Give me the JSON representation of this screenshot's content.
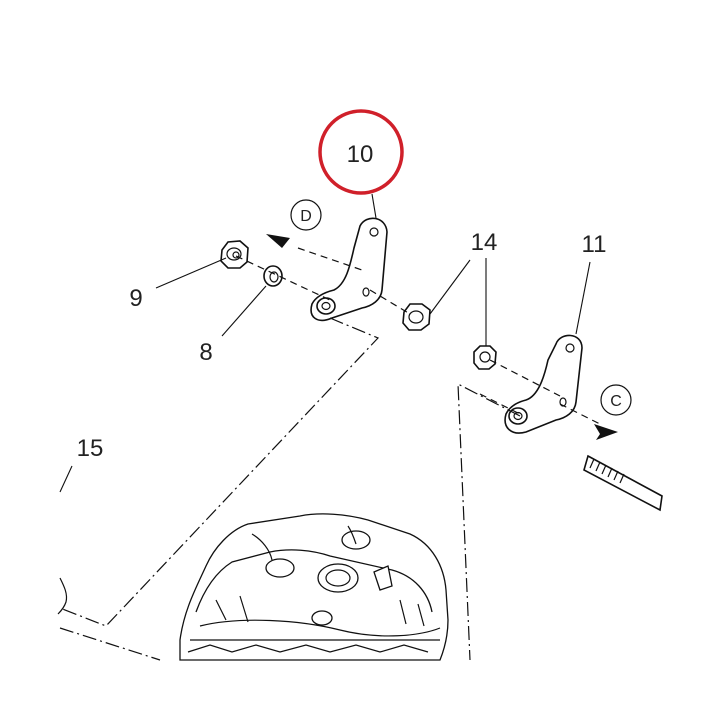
{
  "diagram": {
    "callouts": {
      "p8": "8",
      "p9": "9",
      "p10": "10",
      "p11": "11",
      "p14": "14",
      "p15": "15"
    },
    "arrows": {
      "c": "C",
      "d": "D"
    },
    "highlight_color": "#d0202a"
  }
}
